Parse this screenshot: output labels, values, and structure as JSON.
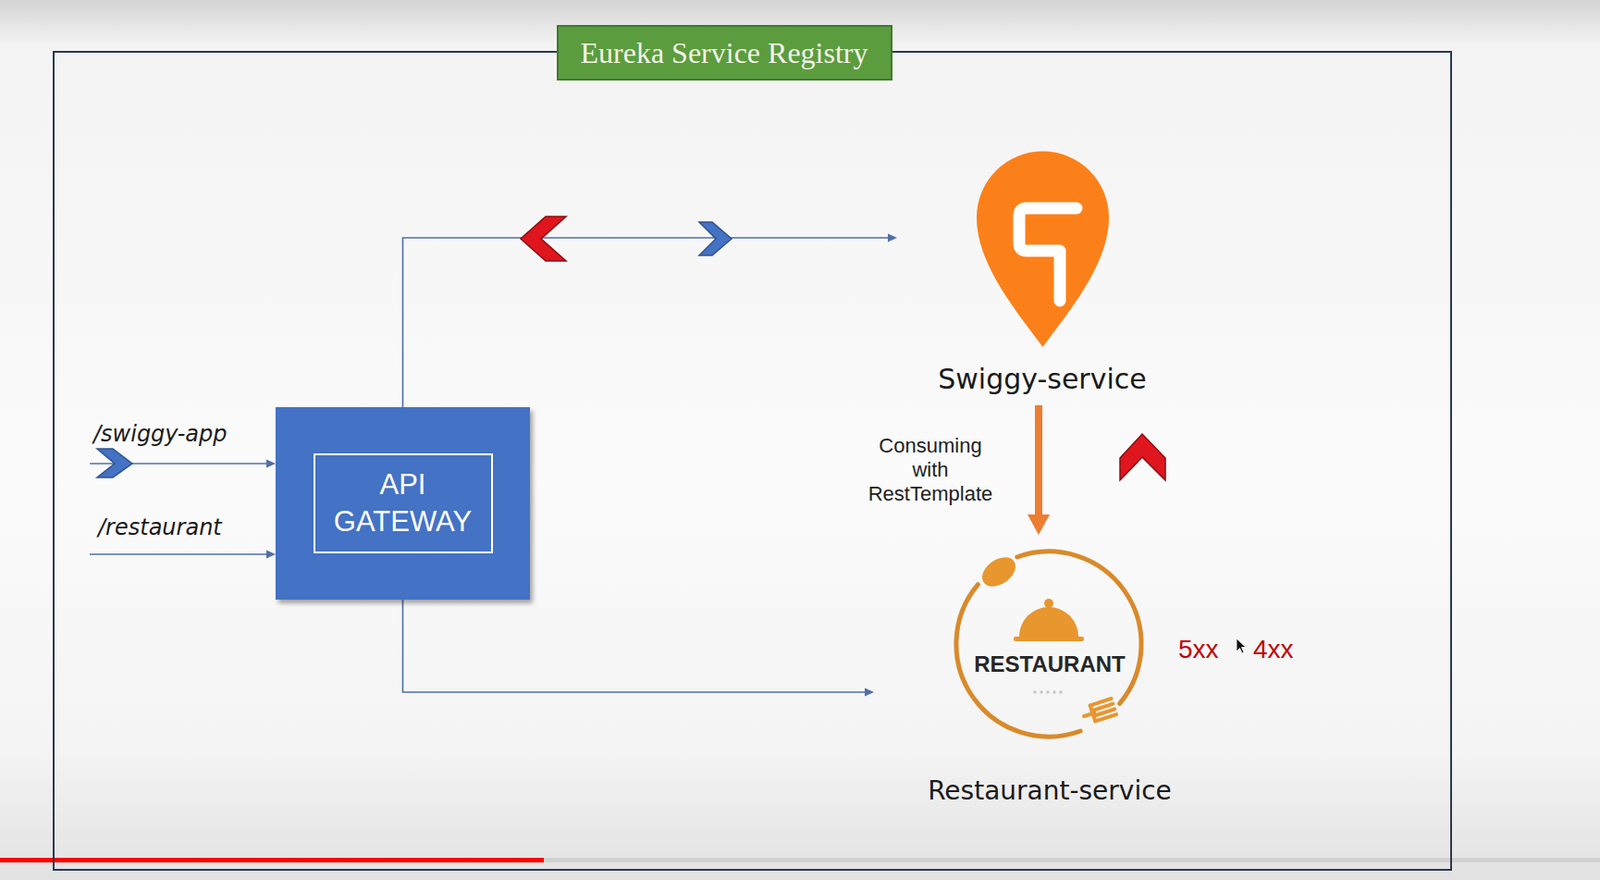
{
  "diagram": {
    "nodes": [
      {
        "text": [
          "Eureka Service Registry"
        ]
      },
      {
        "text": [
          "API GATEWAY"
        ],
        "in": 0
      },
      {
        "text": [
          "Swiggy-service"
        ],
        "in": 0
      },
      {
        "text": [
          "RESTAURANT",
          "Restaurant-service"
        ],
        "in": 0
      }
    ],
    "edges": [
      {
        "from": 1,
        "to": 2,
        "arrow": "to"
      },
      {
        "from": 1,
        "to": 3,
        "arrow": "to"
      },
      {
        "from": 2,
        "to": 3,
        "arrow": "to",
        "label": "Consuming with RestTemplate"
      }
    ],
    "labels": [
      "/swiggy-app",
      "/restaurant",
      "5xx",
      "4xx"
    ]
  }
}
